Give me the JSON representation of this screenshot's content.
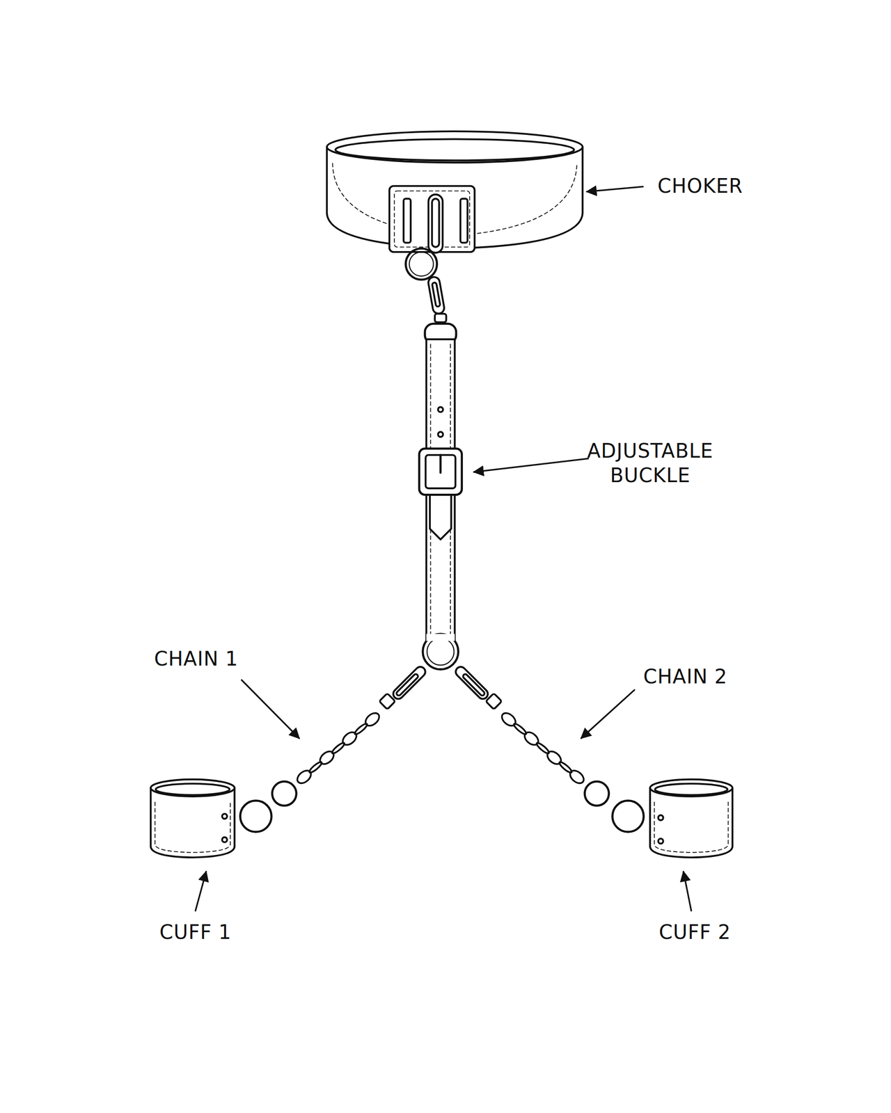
{
  "diagram": {
    "labels": [
      "CHOKER",
      "ADJUSTABLE BUCKLE",
      "CHAIN 1",
      "CHAIN 2",
      "CUFF 1",
      "CUFF 2"
    ]
  }
}
